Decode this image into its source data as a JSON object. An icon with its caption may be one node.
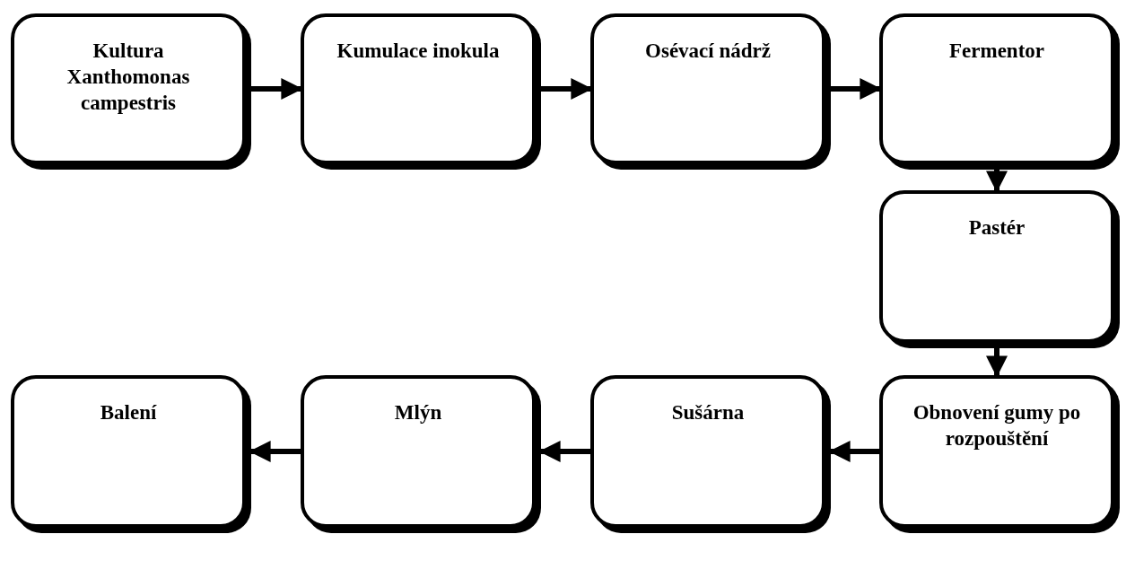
{
  "diagram": {
    "nodes": [
      {
        "text": [
          "Kultura Xanthomonas campestris"
        ]
      },
      {
        "text": [
          "Kumulace inokula"
        ]
      },
      {
        "text": [
          "Osévací nádrž"
        ]
      },
      {
        "text": [
          "Fermentor"
        ]
      },
      {
        "text": [
          "Pastér"
        ]
      },
      {
        "text": [
          "Obnovení gumy po rozpouštění"
        ]
      },
      {
        "text": [
          "Sušárna"
        ]
      },
      {
        "text": [
          "Mlýn"
        ]
      },
      {
        "text": [
          "Balení"
        ]
      }
    ],
    "edges": [
      {
        "from": 0,
        "to": 1,
        "arrow": "to"
      },
      {
        "from": 1,
        "to": 2,
        "arrow": "to"
      },
      {
        "from": 2,
        "to": 3,
        "arrow": "to"
      },
      {
        "from": 3,
        "to": 4,
        "arrow": "to"
      },
      {
        "from": 4,
        "to": 5,
        "arrow": "to"
      },
      {
        "from": 5,
        "to": 6,
        "arrow": "to"
      },
      {
        "from": 6,
        "to": 7,
        "arrow": "to"
      },
      {
        "from": 7,
        "to": 8,
        "arrow": "to"
      }
    ]
  }
}
